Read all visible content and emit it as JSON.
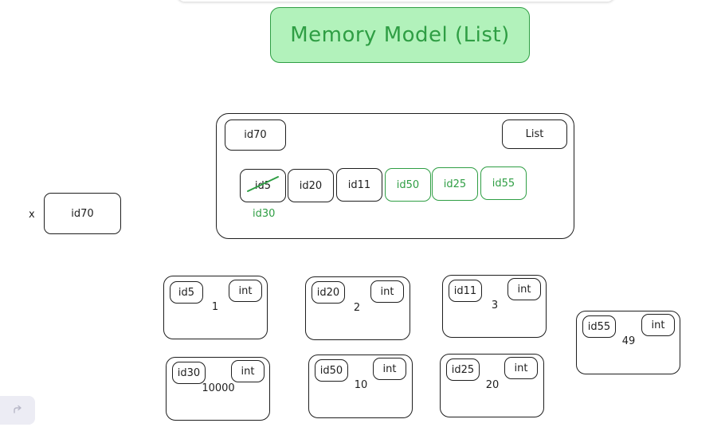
{
  "title": "Memory Model (List)",
  "variable": {
    "name": "x",
    "ref": "id70"
  },
  "list_object": {
    "id": "id70",
    "type": "List",
    "slots": [
      "id5",
      "id20",
      "id11",
      "id50",
      "id25",
      "id55"
    ],
    "crossed_out": "id5",
    "replacement": "id30"
  },
  "objects": [
    {
      "id": "id5",
      "type": "int",
      "value": "1"
    },
    {
      "id": "id20",
      "type": "int",
      "value": "2"
    },
    {
      "id": "id11",
      "type": "int",
      "value": "3"
    },
    {
      "id": "id55",
      "type": "int",
      "value": "49"
    },
    {
      "id": "id30",
      "type": "int",
      "value": "10000"
    },
    {
      "id": "id50",
      "type": "int",
      "value": "10"
    },
    {
      "id": "id25",
      "type": "int",
      "value": "20"
    }
  ],
  "colors": {
    "accent": "#2f9e44",
    "accent_fill": "#b2f2bb",
    "stroke": "#1e1e1e"
  },
  "toolbar": {
    "redo_icon": "redo-icon"
  }
}
